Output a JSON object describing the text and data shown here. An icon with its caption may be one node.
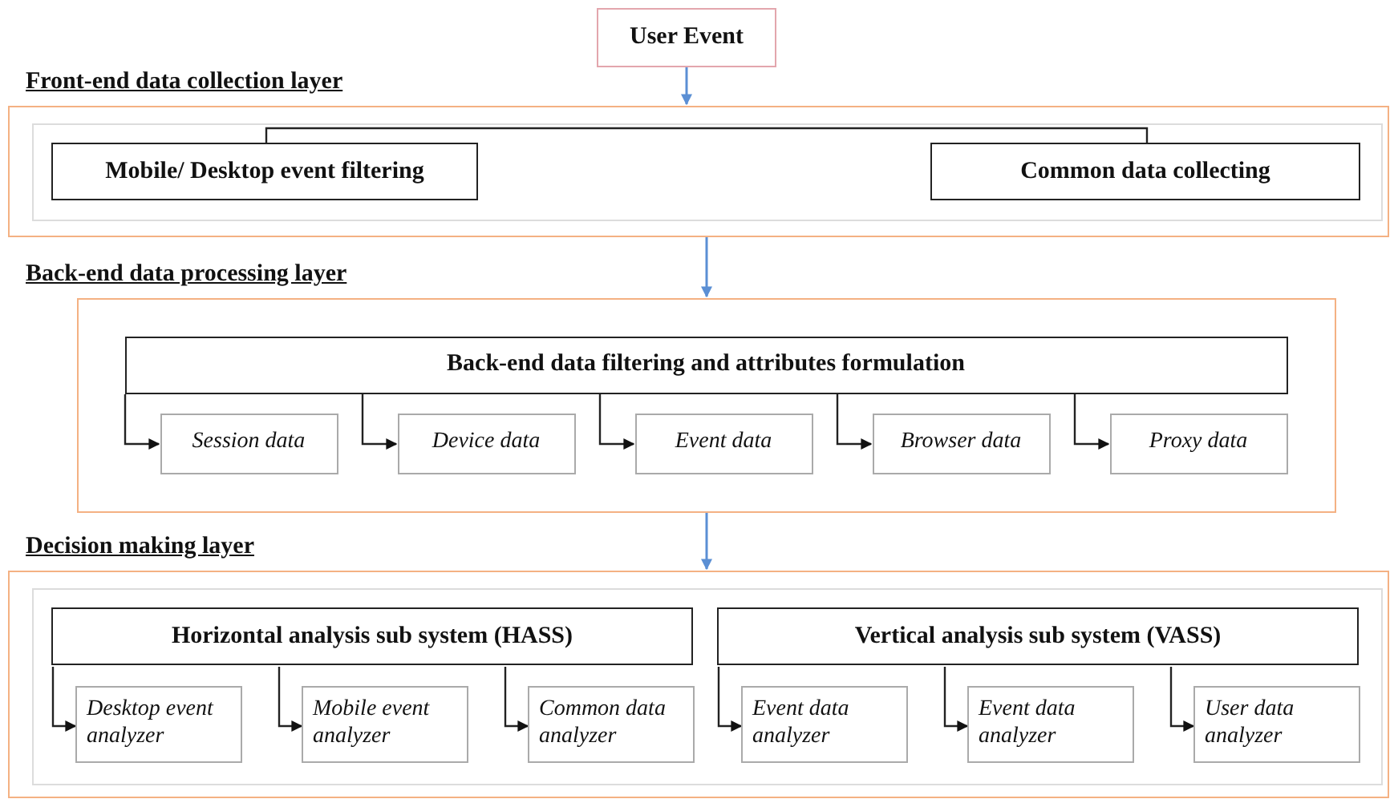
{
  "diagram": {
    "nodes": [
      {
        "text": [
          "User Event"
        ]
      },
      {
        "text": [
          "Front-end data collection layer"
        ]
      },
      {
        "text": [],
        "shape": "box",
        "in": 1
      },
      {
        "text": [
          "Mobile/ Desktop event filtering"
        ],
        "in": 2
      },
      {
        "text": [
          "Common data collecting"
        ],
        "in": 2
      },
      {
        "text": [
          "Back-end data processing layer"
        ]
      },
      {
        "text": [
          "Back-end data filtering and attributes formulation"
        ],
        "in": 5
      },
      {
        "text": [
          "Session data"
        ],
        "in": 5
      },
      {
        "text": [
          "Device data"
        ],
        "in": 5
      },
      {
        "text": [
          "Event data"
        ],
        "in": 5
      },
      {
        "text": [
          "Browser data"
        ],
        "in": 5
      },
      {
        "text": [
          "Proxy data"
        ],
        "in": 5
      },
      {
        "text": [
          "Decision making layer"
        ]
      },
      {
        "text": [],
        "shape": "box",
        "in": 12
      },
      {
        "text": [
          "Horizontal analysis sub system (HASS)"
        ],
        "in": 13
      },
      {
        "text": [
          "Vertical analysis sub system (VASS)"
        ],
        "in": 13
      },
      {
        "text": [
          "Desktop event analyzer"
        ],
        "in": 13
      },
      {
        "text": [
          "Mobile event analyzer"
        ],
        "in": 13
      },
      {
        "text": [
          "Common data analyzer"
        ],
        "in": 13
      },
      {
        "text": [
          "Event data analyzer"
        ],
        "in": 13
      },
      {
        "text": [
          "Event data analyzer"
        ],
        "in": 13
      },
      {
        "text": [
          "User data analyzer"
        ],
        "in": 13
      }
    ],
    "edges": [
      {
        "from": 0,
        "to": 1,
        "arrow": "to",
        "color": "#5b8fd4"
      },
      {
        "from": 3,
        "to": 4,
        "arrow": "none"
      },
      {
        "from": 1,
        "to": 5,
        "arrow": "to",
        "color": "#5b8fd4"
      },
      {
        "from": 6,
        "to": 7,
        "arrow": "to"
      },
      {
        "from": 6,
        "to": 8,
        "arrow": "to"
      },
      {
        "from": 6,
        "to": 9,
        "arrow": "to"
      },
      {
        "from": 6,
        "to": 10,
        "arrow": "to"
      },
      {
        "from": 6,
        "to": 11,
        "arrow": "to"
      },
      {
        "from": 5,
        "to": 12,
        "arrow": "to",
        "color": "#5b8fd4"
      },
      {
        "from": 14,
        "to": 16,
        "arrow": "to"
      },
      {
        "from": 14,
        "to": 17,
        "arrow": "to"
      },
      {
        "from": 14,
        "to": 18,
        "arrow": "to"
      },
      {
        "from": 15,
        "to": 19,
        "arrow": "to"
      },
      {
        "from": 15,
        "to": 20,
        "arrow": "to"
      },
      {
        "from": 15,
        "to": 21,
        "arrow": "to"
      }
    ]
  }
}
